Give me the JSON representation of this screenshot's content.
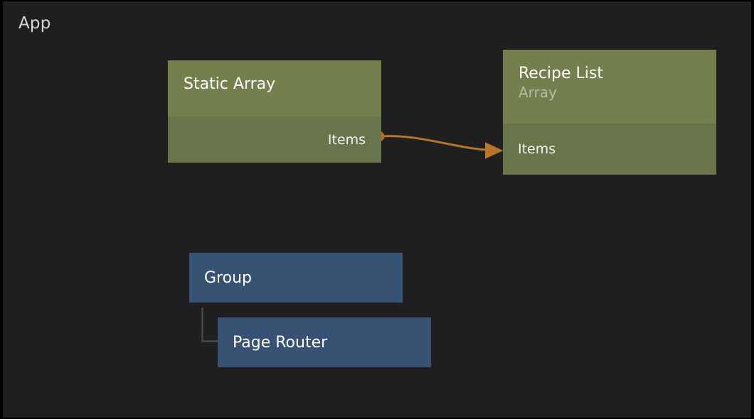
{
  "canvas": {
    "title": "App",
    "background_color": "#1f1f1f",
    "border_color": "#000000"
  },
  "palette": {
    "array_header": "#73804D",
    "array_body": "#68744A",
    "blue_node": "#375273",
    "edge_orange": "#B5762A",
    "hierarchy_line": "#4a4a4a",
    "title_text": "#FFFFFF",
    "subtitle_text": "#B6BBA4"
  },
  "nodes": [
    {
      "id": "static-array",
      "title": "Static Array",
      "subtitle": "",
      "type": "array",
      "color": "#73804D",
      "ports": {
        "output_label": "Items"
      }
    },
    {
      "id": "recipe-list",
      "title": "Recipe List",
      "subtitle": "Array",
      "type": "array",
      "color": "#73804D",
      "ports": {
        "input_label": "Items"
      }
    },
    {
      "id": "group",
      "title": "Group",
      "subtitle": "",
      "type": "group",
      "color": "#375273",
      "ports": {}
    },
    {
      "id": "page-router",
      "title": "Page Router",
      "subtitle": "",
      "type": "group",
      "color": "#375273",
      "ports": {}
    }
  ],
  "edges": [
    {
      "id": "static-array-items-to-recipe-list-items",
      "from": "static-array.Items",
      "to": "recipe-list.Items",
      "color": "#B5762A",
      "style": "bezier-arrow"
    },
    {
      "id": "group-to-page-router",
      "from": "group",
      "to": "page-router",
      "color": "#4A4A4A",
      "style": "elbow"
    }
  ]
}
